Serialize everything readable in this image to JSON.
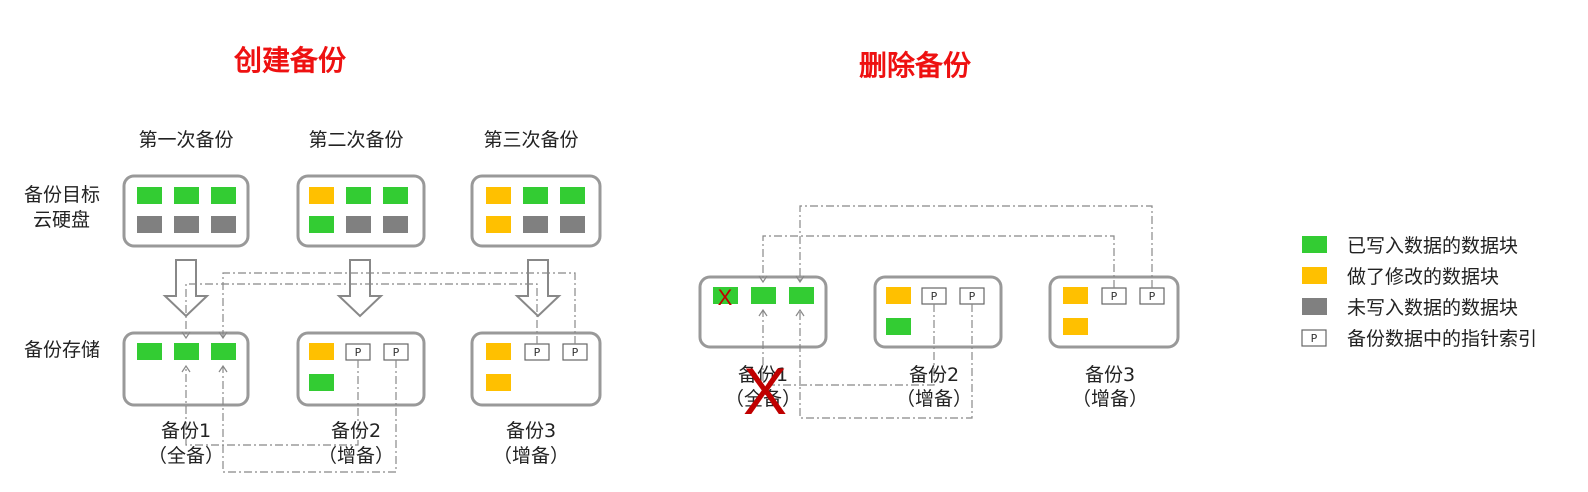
{
  "titles": {
    "create": "创建备份",
    "delete": "删除备份"
  },
  "create": {
    "columns": [
      "第一次备份",
      "第二次备份",
      "第三次备份"
    ],
    "row_labels": {
      "target_line1": "备份目标",
      "target_line2": "云硬盘",
      "storage": "备份存储"
    },
    "disk_rows": [
      [
        [
          "green",
          "green",
          "green"
        ],
        [
          "gray",
          "gray",
          "gray"
        ]
      ],
      [
        [
          "yellow",
          "green",
          "green"
        ],
        [
          "green",
          "gray",
          "gray"
        ]
      ],
      [
        [
          "yellow",
          "green",
          "green"
        ],
        [
          "yellow",
          "gray",
          "gray"
        ]
      ]
    ],
    "backups": [
      {
        "name": "备份1",
        "type": "（全备）"
      },
      {
        "name": "备份2",
        "type": "（增备）"
      },
      {
        "name": "备份3",
        "type": "（增备）"
      }
    ]
  },
  "delete": {
    "backups": [
      {
        "name": "备份1",
        "type": "（全备）",
        "deleted": true
      },
      {
        "name": "备份2",
        "type": "（增备）",
        "deleted": false
      },
      {
        "name": "备份3",
        "type": "（增备）",
        "deleted": false
      }
    ]
  },
  "pointer_letter": "P",
  "delete_mark": "X",
  "legend": [
    {
      "kind": "green",
      "label": "已写入数据的数据块"
    },
    {
      "kind": "yellow",
      "label": "做了修改的数据块"
    },
    {
      "kind": "gray",
      "label": "未写入数据的数据块"
    },
    {
      "kind": "pointer",
      "label": "备份数据中的指针索引"
    }
  ],
  "colors": {
    "green": "#33cc33",
    "yellow": "#ffc000",
    "gray": "#808080",
    "box_border": "#999999",
    "title_red": "#ee1111",
    "delete_x": "#c00000",
    "line": "#888888"
  }
}
